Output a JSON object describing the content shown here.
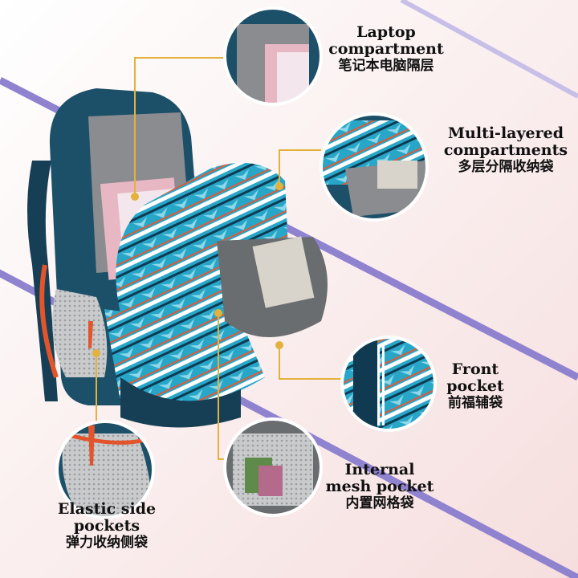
{
  "features": {
    "laptop": {
      "title_line1": "Laptop",
      "title_line2": "compartment",
      "subtitle": "笔记本电脑隔层"
    },
    "multi": {
      "title_line1": "Multi-layered",
      "title_line2": "compartments",
      "subtitle": "多层分隔收纳袋"
    },
    "front": {
      "title_line1": "Front",
      "title_line2": "pocket",
      "subtitle": "前福辅袋"
    },
    "mesh": {
      "title_line1": "Internal",
      "title_line2": "mesh pocket",
      "subtitle": "内置网格袋"
    },
    "side": {
      "title_line1": "Elastic side",
      "title_line2": "pockets",
      "subtitle": "弹力收纳侧袋"
    }
  },
  "colors": {
    "callout_line": "#e3b23c",
    "circle_ring": "#ffffff",
    "stripe": "#8f82cf",
    "bag_main": "#1c4f68",
    "zipper_accent": "#e2552c"
  }
}
